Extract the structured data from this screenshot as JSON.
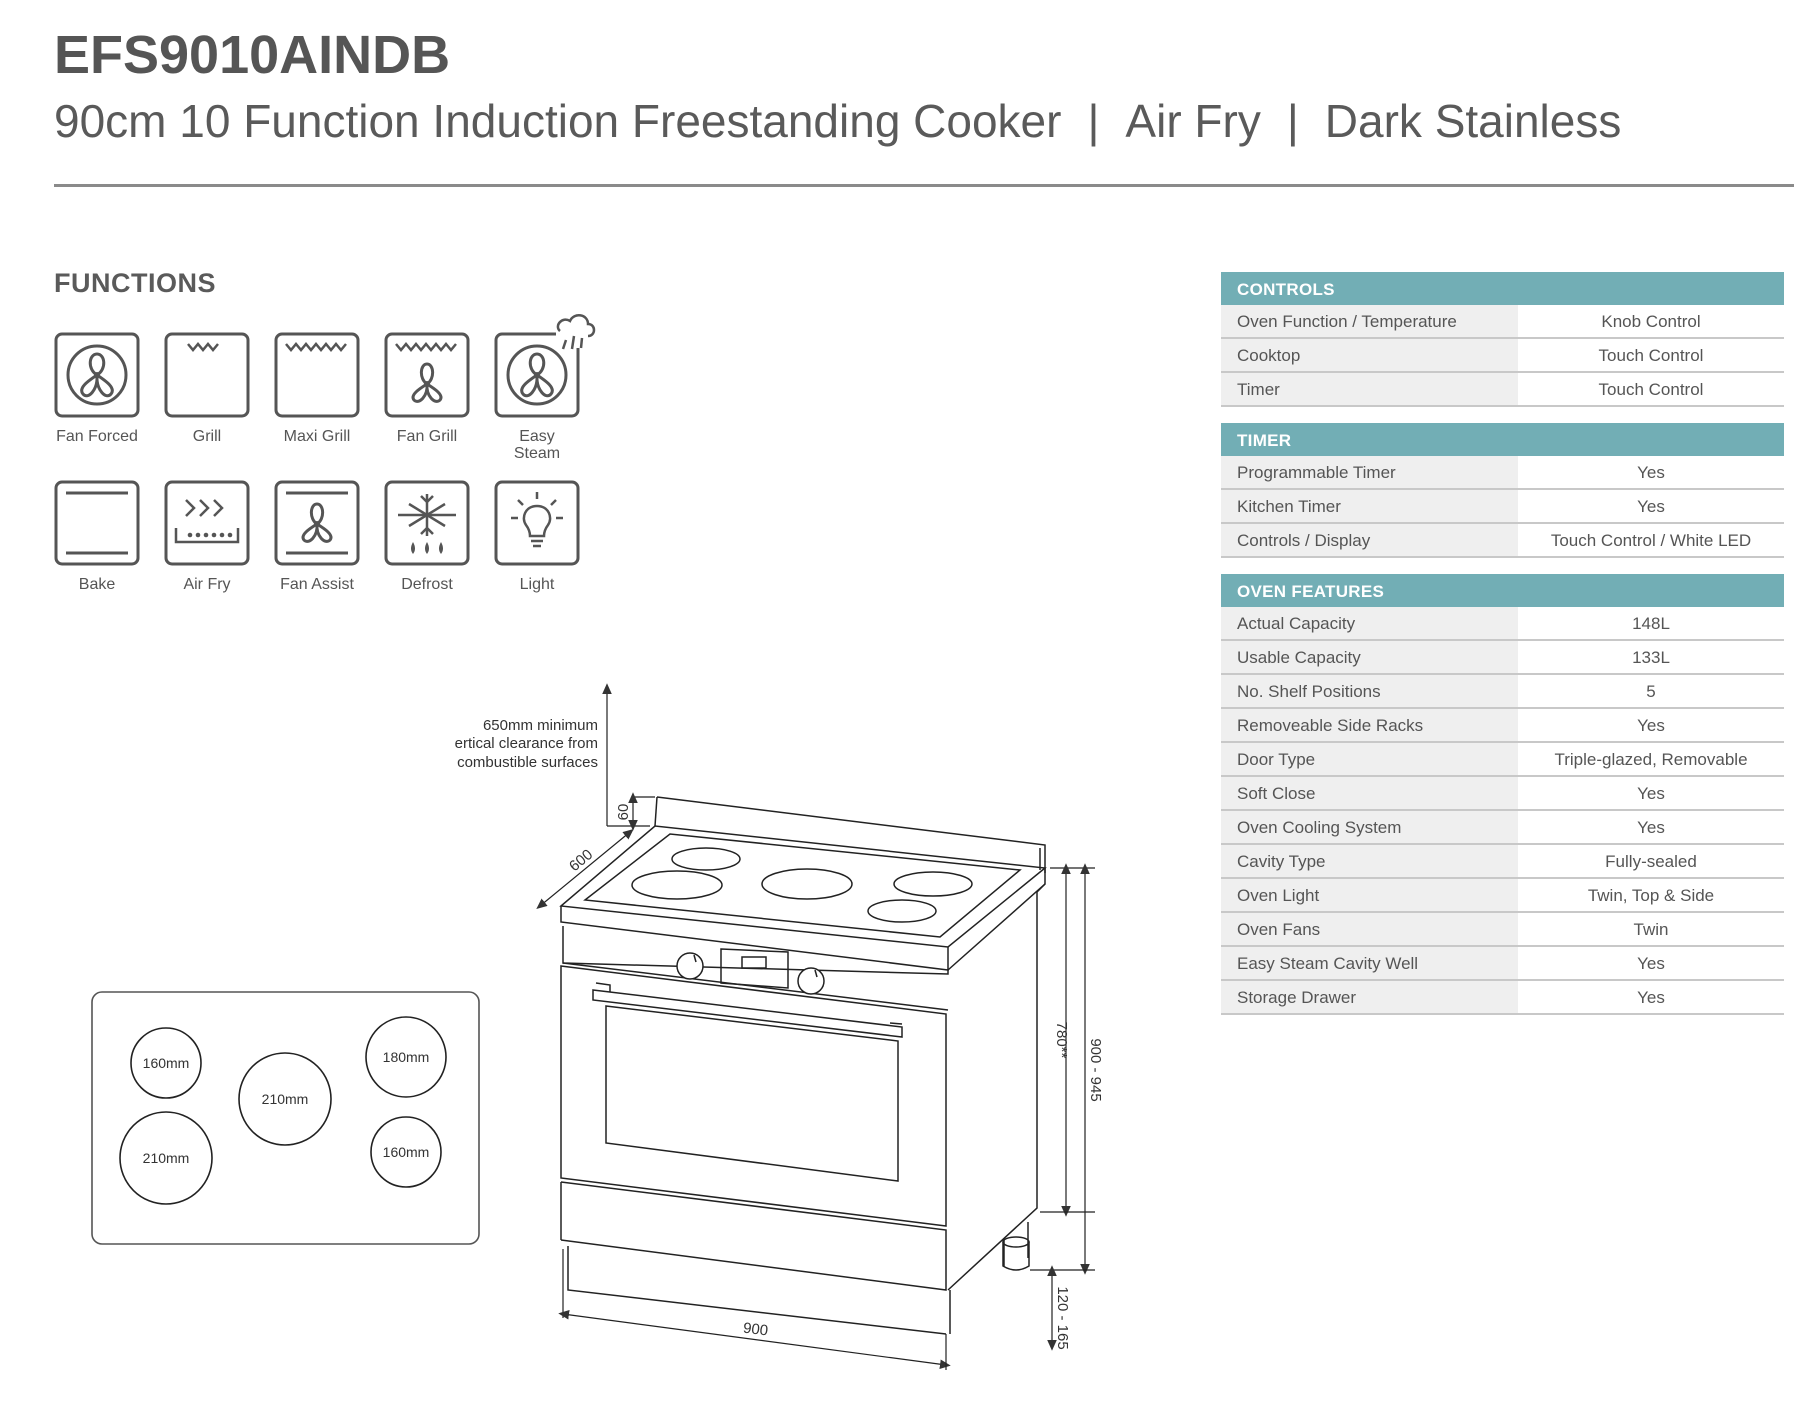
{
  "header": {
    "model": "EFS9010AINDB",
    "subtitle_parts": [
      "90cm 10 Function Induction Freestanding Cooker",
      "Air Fry",
      "Dark Stainless"
    ],
    "separator": "|"
  },
  "functions": {
    "heading": "FUNCTIONS",
    "items": [
      {
        "label": "Fan Forced",
        "icon": "fan-forced-icon"
      },
      {
        "label": "Grill",
        "icon": "grill-icon"
      },
      {
        "label": "Maxi Grill",
        "icon": "maxi-grill-icon"
      },
      {
        "label": "Fan Grill",
        "icon": "fan-grill-icon"
      },
      {
        "label": "Easy Steam",
        "icon": "easy-steam-icon"
      },
      {
        "label": "Bake",
        "icon": "bake-icon"
      },
      {
        "label": "Air Fry",
        "icon": "air-fry-icon"
      },
      {
        "label": "Fan Assist",
        "icon": "fan-assist-icon"
      },
      {
        "label": "Defrost",
        "icon": "defrost-icon"
      },
      {
        "label": "Light",
        "icon": "light-icon"
      }
    ]
  },
  "specs": [
    {
      "title": "CONTROLS",
      "rows": [
        {
          "k": "Oven Function / Temperature",
          "v": "Knob Control"
        },
        {
          "k": "Cooktop",
          "v": "Touch Control"
        },
        {
          "k": "Timer",
          "v": "Touch Control"
        }
      ]
    },
    {
      "title": "TIMER",
      "rows": [
        {
          "k": "Programmable Timer",
          "v": "Yes"
        },
        {
          "k": "Kitchen Timer",
          "v": "Yes"
        },
        {
          "k": "Controls / Display",
          "v": "Touch Control / White LED"
        }
      ]
    },
    {
      "title": "OVEN FEATURES",
      "rows": [
        {
          "k": "Actual Capacity",
          "v": "148L"
        },
        {
          "k": "Usable Capacity",
          "v": "133L"
        },
        {
          "k": "No. Shelf Positions",
          "v": "5"
        },
        {
          "k": "Removeable Side Racks",
          "v": "Yes"
        },
        {
          "k": "Door Type",
          "v": "Triple-glazed, Removable"
        },
        {
          "k": "Soft Close",
          "v": "Yes"
        },
        {
          "k": "Oven Cooling System",
          "v": "Yes"
        },
        {
          "k": "Cavity Type",
          "v": "Fully-sealed"
        },
        {
          "k": "Oven Light",
          "v": "Twin, Top & Side"
        },
        {
          "k": "Oven Fans",
          "v": "Twin"
        },
        {
          "k": "Easy Steam Cavity Well",
          "v": "Yes"
        },
        {
          "k": "Storage Drawer",
          "v": "Yes"
        }
      ]
    }
  ],
  "cooktop_zones": {
    "zone_top_left": "160mm",
    "zone_center": "210mm",
    "zone_top_right": "180mm",
    "zone_bottom_left": "210mm",
    "zone_bottom_right": "160mm"
  },
  "dimensions": {
    "clearance_line1": "650mm minimum",
    "clearance_line2": "ertical clearance from",
    "clearance_line3": "combustible surfaces",
    "backguard": "60",
    "depth": "600",
    "width": "900",
    "cooktop_height": "780**",
    "overall_height": "900 - 945",
    "plinth": "120 - 165"
  }
}
